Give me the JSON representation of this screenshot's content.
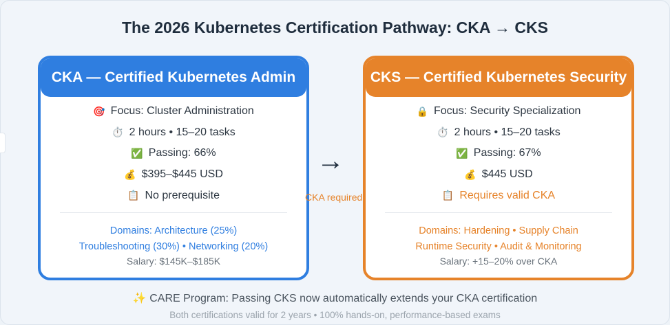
{
  "title": "The 2026 Kubernetes Certification Pathway: CKA → CKS",
  "cka": {
    "header": "CKA — Certified Kubernetes Admin",
    "facts": [
      {
        "icon": "🎯",
        "text": "Focus: Cluster Administration"
      },
      {
        "icon": "⏱️",
        "text": "2 hours • 15–20 tasks"
      },
      {
        "icon": "✅",
        "text": "Passing: 66%"
      },
      {
        "icon": "💰",
        "text": "$395–$445 USD"
      },
      {
        "icon": "📋",
        "text": "No prerequisite"
      }
    ],
    "domains_line1": "Domains: Architecture (25%)",
    "domains_line2": "Troubleshooting (30%) • Networking (20%)",
    "salary": "Salary: $145K–$185K"
  },
  "cks": {
    "header": "CKS — Certified Kubernetes Security",
    "facts": [
      {
        "icon": "🔒",
        "text": "Focus: Security Specialization"
      },
      {
        "icon": "⏱️",
        "text": "2 hours • 15–20 tasks"
      },
      {
        "icon": "✅",
        "text": "Passing: 67%"
      },
      {
        "icon": "💰",
        "text": "$445 USD"
      },
      {
        "icon": "📋",
        "text": "Requires valid CKA"
      }
    ],
    "domains_line1": "Domains: Hardening • Supply Chain",
    "domains_line2": "Runtime Security • Audit & Monitoring",
    "salary": "Salary: +15–20% over CKA"
  },
  "arrow": {
    "symbol": "→",
    "label": "CKA required"
  },
  "footer": {
    "icon": "✨",
    "main": "CARE Program: Passing CKS now automatically extends your CKA certification",
    "sub": "Both certifications valid for 2 years • 100% hands-on, performance-based exams"
  },
  "colors": {
    "cka": "#2f7ee0",
    "cks": "#e6832a",
    "title": "#1f2d3d"
  }
}
